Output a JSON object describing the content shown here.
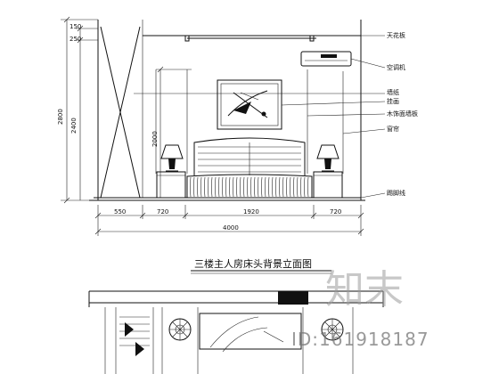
{
  "title": "三楼主人房床头背景立面图",
  "annotations": [
    {
      "id": "ceiling",
      "text": "天花板"
    },
    {
      "id": "ac",
      "text": "空调机"
    },
    {
      "id": "wallpaper",
      "text": "墙纸"
    },
    {
      "id": "painting",
      "text": "挂画"
    },
    {
      "id": "tv-background",
      "text": "木饰面墙板"
    },
    {
      "id": "curtain",
      "text": "窗帘"
    },
    {
      "id": "baseboard",
      "text": "踢脚线"
    }
  ],
  "dimensions": {
    "left_top_small": "150",
    "left_top_small2": "250",
    "left_total": "2800",
    "left_inner": "2400",
    "left_mid": "2000",
    "bottom": [
      "550",
      "720",
      "1920",
      "720"
    ],
    "bottom_total": "4000"
  },
  "watermark": {
    "brand": "知末",
    "id": "ID:161918187"
  }
}
